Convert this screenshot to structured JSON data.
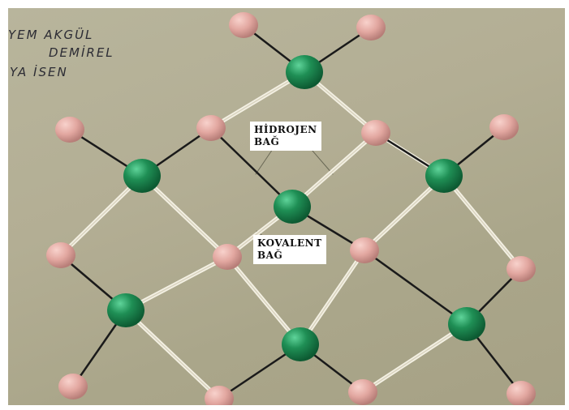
{
  "handwriting": {
    "line1": "YEM AKGÜL",
    "line2": "DEMİREL",
    "line3": "YA  İSEN"
  },
  "labels": {
    "hydrogen_bond": {
      "line1": "HİDROJEN",
      "line2": "BAĞ"
    },
    "covalent_bond": {
      "line1": "KOVALENT",
      "line2": "BAĞ"
    }
  },
  "colors": {
    "board": "#b3ae94",
    "oxygen_ball": "#1f8f55",
    "hydrogen_ball": "#e2a7a0",
    "covalent_stick": "#1a1a1a",
    "hydrogen_bond_string": "#f4f1e4"
  }
}
